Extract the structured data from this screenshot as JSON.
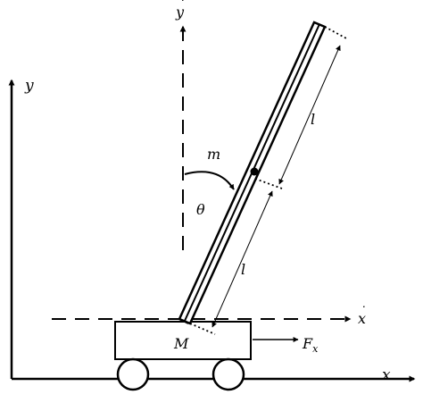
{
  "labels": {
    "axis_x": "x",
    "axis_y": "y",
    "axis_x_dot": "x",
    "axis_y_dot": "y",
    "dot_char": "˙",
    "mass_pendulum": "m",
    "angle": "θ",
    "half_length_upper": "l",
    "half_length_lower": "l",
    "mass_cart": "M",
    "force_main": "F",
    "force_sub": "x"
  },
  "colors": {
    "stroke": "#000000",
    "background": "#ffffff"
  }
}
